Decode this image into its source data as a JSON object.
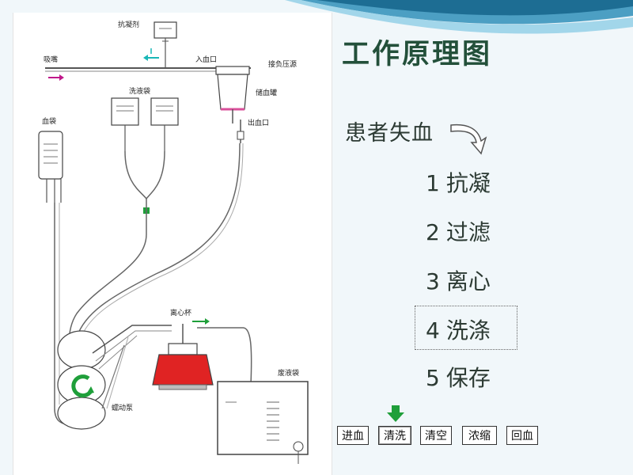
{
  "slide": {
    "title": "工作原理图",
    "patient_label": "患者失血",
    "steps": [
      {
        "num": "1",
        "label": "抗凝"
      },
      {
        "num": "2",
        "label": "过滤"
      },
      {
        "num": "3",
        "label": "离心"
      },
      {
        "num": "4",
        "label": "洗涤"
      },
      {
        "num": "5",
        "label": "保存"
      }
    ],
    "highlighted_step": "4",
    "buttons": [
      {
        "label": "进血"
      },
      {
        "label": "清洗"
      },
      {
        "label": "清空"
      },
      {
        "label": "浓缩"
      },
      {
        "label": "回血"
      }
    ],
    "active_button": "清洗",
    "colors": {
      "title": "#23503a",
      "accent_green": "#1f9f3a",
      "centrifuge_red": "#e02323",
      "reservoir_pink": "#d94f9a",
      "flow_arrow_cyan": "#19b7b7",
      "flow_arrow_magenta": "#c0188a"
    }
  },
  "diagram": {
    "labels": {
      "anticoagulant": "抗凝剂",
      "suction": "吸嘴",
      "inlet": "入血口",
      "vacuum": "接负压源",
      "reservoir": "储血罐",
      "wash_bags": "洗液袋",
      "blood_bag": "血袋",
      "outlet": "出血口",
      "centrifuge_bowl": "离心杯",
      "waste_bag": "废液袋",
      "pump": "蠕动泵"
    },
    "icons": [
      "pump-rotation-icon",
      "flow-arrow-icon",
      "down-arrow-icon"
    ]
  }
}
